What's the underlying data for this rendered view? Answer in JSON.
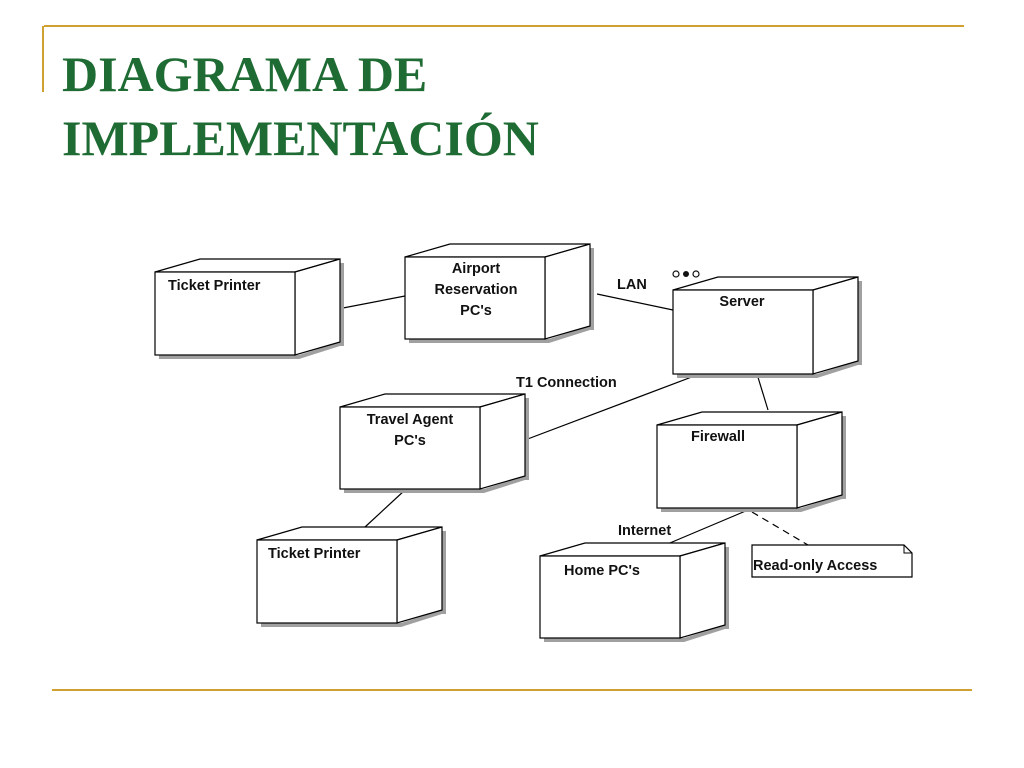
{
  "slide": {
    "title_line1": "DIAGRAMA DE",
    "title_line2": "IMPLEMENTACIÓN"
  },
  "diagram": {
    "nodes": [
      {
        "id": "ticket-printer-1",
        "lines": [
          "Ticket Printer"
        ]
      },
      {
        "id": "airport-reservation-pcs",
        "lines": [
          "Airport",
          "Reservation",
          "PC's"
        ]
      },
      {
        "id": "server",
        "lines": [
          "Server"
        ]
      },
      {
        "id": "travel-agent-pcs",
        "lines": [
          "Travel Agent",
          "PC's"
        ]
      },
      {
        "id": "firewall",
        "lines": [
          "Firewall"
        ]
      },
      {
        "id": "ticket-printer-2",
        "lines": [
          "Ticket Printer"
        ]
      },
      {
        "id": "home-pcs",
        "lines": [
          "Home PC's"
        ]
      }
    ],
    "edges": [
      {
        "from": "ticket-printer-1",
        "to": "airport-reservation-pcs",
        "label": ""
      },
      {
        "from": "airport-reservation-pcs",
        "to": "server",
        "label": "LAN"
      },
      {
        "from": "travel-agent-pcs",
        "to": "server",
        "label": "T1 Connection"
      },
      {
        "from": "server",
        "to": "firewall",
        "label": ""
      },
      {
        "from": "travel-agent-pcs",
        "to": "ticket-printer-2",
        "label": ""
      },
      {
        "from": "firewall",
        "to": "home-pcs",
        "label": "Internet"
      }
    ],
    "note": {
      "text": "Read-only Access",
      "attached_to": "firewall"
    },
    "server_stereotype_icon": "ooo-icon"
  },
  "colors": {
    "title": "#1f6b34",
    "accent_line": "#d1a032",
    "node_stroke": "#000000",
    "node_shadow": "#a0a0a0"
  }
}
